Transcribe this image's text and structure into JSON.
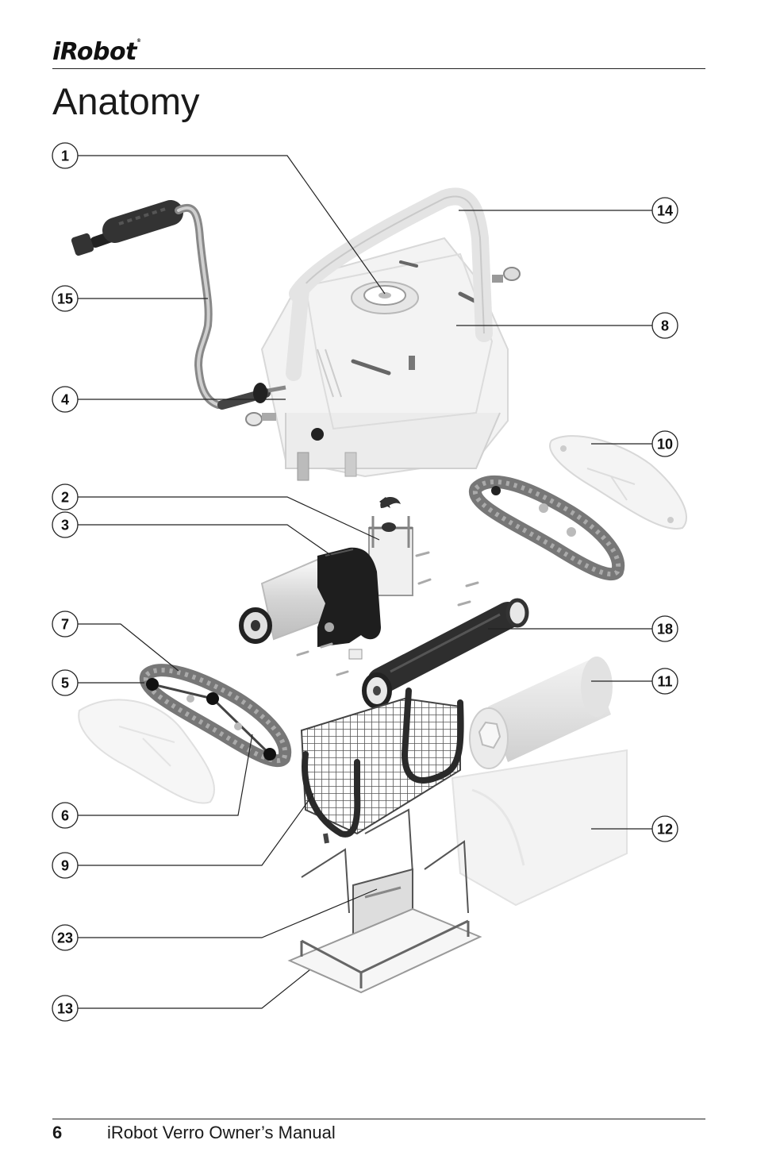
{
  "header": {
    "brand": "iRobot",
    "title": "Anatomy"
  },
  "callouts": [
    {
      "id": "c1",
      "label": "1"
    },
    {
      "id": "c14",
      "label": "14"
    },
    {
      "id": "c15",
      "label": "15"
    },
    {
      "id": "c8",
      "label": "8"
    },
    {
      "id": "c4",
      "label": "4"
    },
    {
      "id": "c10",
      "label": "10"
    },
    {
      "id": "c2",
      "label": "2"
    },
    {
      "id": "c3",
      "label": "3"
    },
    {
      "id": "c7",
      "label": "7"
    },
    {
      "id": "c18",
      "label": "18"
    },
    {
      "id": "c5",
      "label": "5"
    },
    {
      "id": "c11",
      "label": "11"
    },
    {
      "id": "c6",
      "label": "6"
    },
    {
      "id": "c12",
      "label": "12"
    },
    {
      "id": "c9",
      "label": "9"
    },
    {
      "id": "c23",
      "label": "23"
    },
    {
      "id": "c13",
      "label": "13"
    }
  ],
  "footer": {
    "page_number": "6",
    "manual_title": "iRobot Verro Owner’s Manual"
  }
}
